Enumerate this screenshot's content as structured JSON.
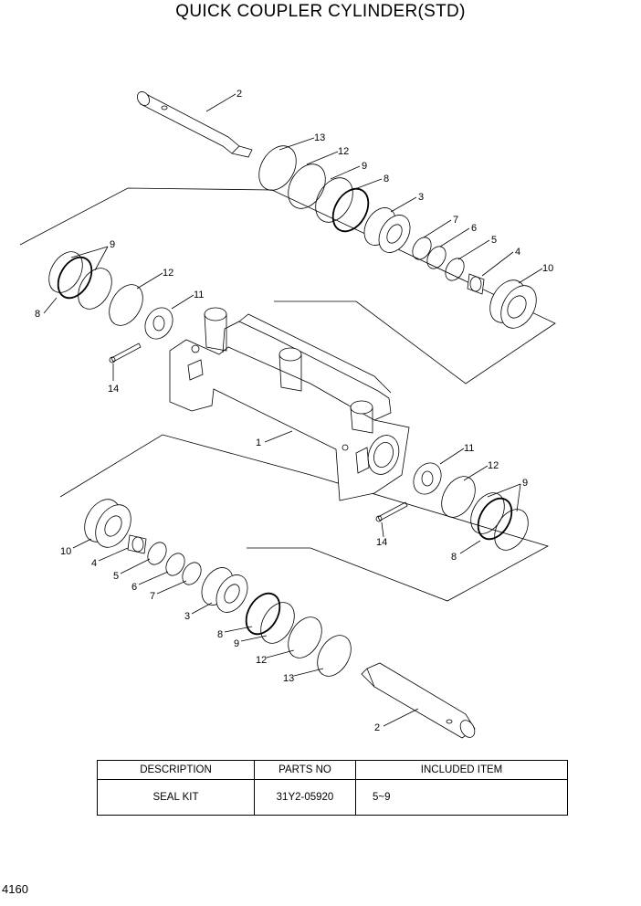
{
  "title": "QUICK COUPLER CYLINDER(STD)",
  "callouts": {
    "p1": "1",
    "p2": "2",
    "p3": "3",
    "p4": "4",
    "p5": "5",
    "p6": "6",
    "p7": "7",
    "p8": "8",
    "p9": "9",
    "p10": "10",
    "p11": "11",
    "p12": "12",
    "p13": "13",
    "p14": "14"
  },
  "table": {
    "headers": {
      "description": "DESCRIPTION",
      "parts_no": "PARTS NO",
      "included_item": "INCLUDED ITEM"
    },
    "rows": [
      {
        "description": "SEAL KIT",
        "parts_no": "31Y2-05920",
        "included_item": "5~9"
      }
    ]
  },
  "page_number": "4160"
}
